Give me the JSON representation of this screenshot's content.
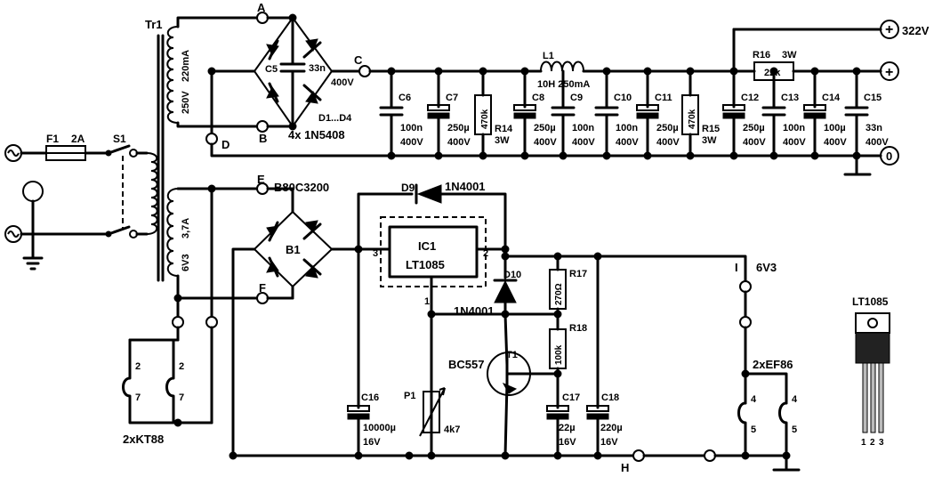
{
  "labels": {
    "tr1": "Tr1",
    "tr1_sec_hv_current": "220mA",
    "tr1_sec_hv_voltage": "250V",
    "tr1_sec_lv_current": "3,7A",
    "tr1_sec_lv_voltage": "6V3",
    "f1": "F1",
    "f1_rating": "2A",
    "s1": "S1",
    "node_a": "A",
    "node_b": "B",
    "node_c": "C",
    "node_d": "D",
    "node_e": "E",
    "node_f": "F",
    "node_h": "H",
    "node_i": "I",
    "c5": "C5",
    "c5_value": "33n",
    "c5_voltage": "400V",
    "d1_d4": "D1...D4",
    "d1_d4_type": "4x 1N5408",
    "l1": "L1",
    "l1_value": "10H 250mA",
    "r16": "R16",
    "r16_power": "3W",
    "r16_value": "22k",
    "out_322v": "322V",
    "out_plus": "+",
    "out_zero": "0",
    "r14": "R14",
    "r14_power": "3W",
    "r14_value": "470k",
    "r15": "R15",
    "r15_power": "3W",
    "r15_value": "470k",
    "b80c3200": "B80C3200",
    "b1": "B1",
    "d9": "D9",
    "d9_type": "1N4001",
    "ic1": "IC1",
    "ic1_type": "LT1085",
    "pin_1": "1",
    "pin_2": "2",
    "pin_3": "3",
    "d10": "D10",
    "d10_type": "1N4001",
    "r17": "R17",
    "r17_value": "270Ω",
    "r18": "R18",
    "r18_value": "100k",
    "t1": "T1",
    "t1_type": "BC557",
    "p1": "P1",
    "p1_value": "4k7",
    "out_6v3": "6V3",
    "ef86": "2xEF86",
    "kt88": "2xKT88",
    "heater_pin_2": "2",
    "heater_pin_7": "7",
    "heater_pin_4": "4",
    "heater_pin_5": "5",
    "pkg_title": "LT1085",
    "pkg_pin1": "1",
    "pkg_pin2": "2",
    "pkg_pin3": "3"
  },
  "capacitors": [
    {
      "name": "C6",
      "value": "100n",
      "voltage": "400V"
    },
    {
      "name": "C7",
      "value": "250µ",
      "voltage": "400V"
    },
    {
      "name": "C8",
      "value": "250µ",
      "voltage": "400V"
    },
    {
      "name": "C9",
      "value": "100n",
      "voltage": "400V"
    },
    {
      "name": "C10",
      "value": "100n",
      "voltage": "400V"
    },
    {
      "name": "C11",
      "value": "250µ",
      "voltage": "400V"
    },
    {
      "name": "C12",
      "value": "250µ",
      "voltage": "400V"
    },
    {
      "name": "C13",
      "value": "100n",
      "voltage": "400V"
    },
    {
      "name": "C14",
      "value": "100µ",
      "voltage": "400V"
    },
    {
      "name": "C15",
      "value": "33n",
      "voltage": "400V"
    },
    {
      "name": "C16",
      "value": "10000µ",
      "voltage": "16V"
    },
    {
      "name": "C17",
      "value": "22µ",
      "voltage": "16V"
    },
    {
      "name": "C18",
      "value": "220µ",
      "voltage": "16V"
    }
  ]
}
